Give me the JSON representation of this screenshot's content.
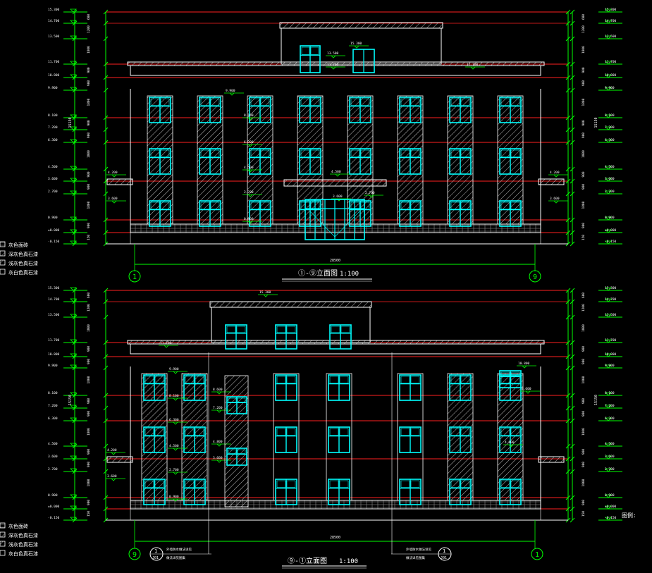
{
  "colors": {
    "background": "#000000",
    "outline": "#ffffff",
    "datum": "#ff2020",
    "dimension": "#00ff00",
    "window": "#00ffff",
    "hatch": "#c8c8c8"
  },
  "level_labels": [
    "15.300",
    "14.700",
    "13.500",
    "11.700",
    "10.800",
    "9.900",
    "8.100",
    "7.200",
    "6.300",
    "4.500",
    "3.600",
    "2.700",
    "0.900",
    "±0.000",
    "-0.150"
  ],
  "dim_labels_left": [
    "600",
    "1200",
    "1800",
    "900",
    "900",
    "1800",
    "900",
    "900",
    "1800",
    "900",
    "900",
    "1800",
    "900",
    "150"
  ],
  "dim_labels_right": [
    "600",
    "1200",
    "1800",
    "900",
    "900",
    "1800",
    "900",
    "900",
    "1800",
    "900",
    "900",
    "1800",
    "900",
    "150"
  ],
  "total_height_label": "15150",
  "elevation1": {
    "title": "①-⑨立面图",
    "scale": "1:100",
    "width_dim": "28500",
    "axis_start": "1",
    "axis_end": "9",
    "tag_labels": [
      "13.500",
      "11.700",
      "15.300",
      "11.700",
      "9.900",
      "8.100",
      "6.300",
      "4.500",
      "2.700",
      "0.900",
      "4.200",
      "3.600",
      "4.200",
      "3.600",
      "3.600",
      "2.700",
      "4.500"
    ]
  },
  "elevation2": {
    "title": "⑨-①立面图",
    "scale": "1:100",
    "width_dim": "28500",
    "axis_start": "9",
    "axis_end": "1",
    "tag_labels": [
      "15.300",
      "11.700",
      "9.900",
      "8.100",
      "6.300",
      "4.500",
      "2.700",
      "0.900",
      "8.600",
      "7.200",
      "4.800",
      "3.600",
      "10.800",
      "8.600",
      "4.800",
      "4.200",
      "3.600"
    ],
    "callout_left": {
      "num": "1",
      "sheet": "J01",
      "line1": "外墙防水做法详见",
      "line2": "做法详见图集"
    },
    "callout_right": {
      "num": "1",
      "sheet": "J01",
      "line1": "外墙防水做法详见",
      "line2": "做法详见图集"
    },
    "legend_title": "图例:"
  },
  "legend": [
    "灰色面砖",
    "深灰色真石漆",
    "浅灰色真石漆",
    "灰白色真石漆"
  ]
}
